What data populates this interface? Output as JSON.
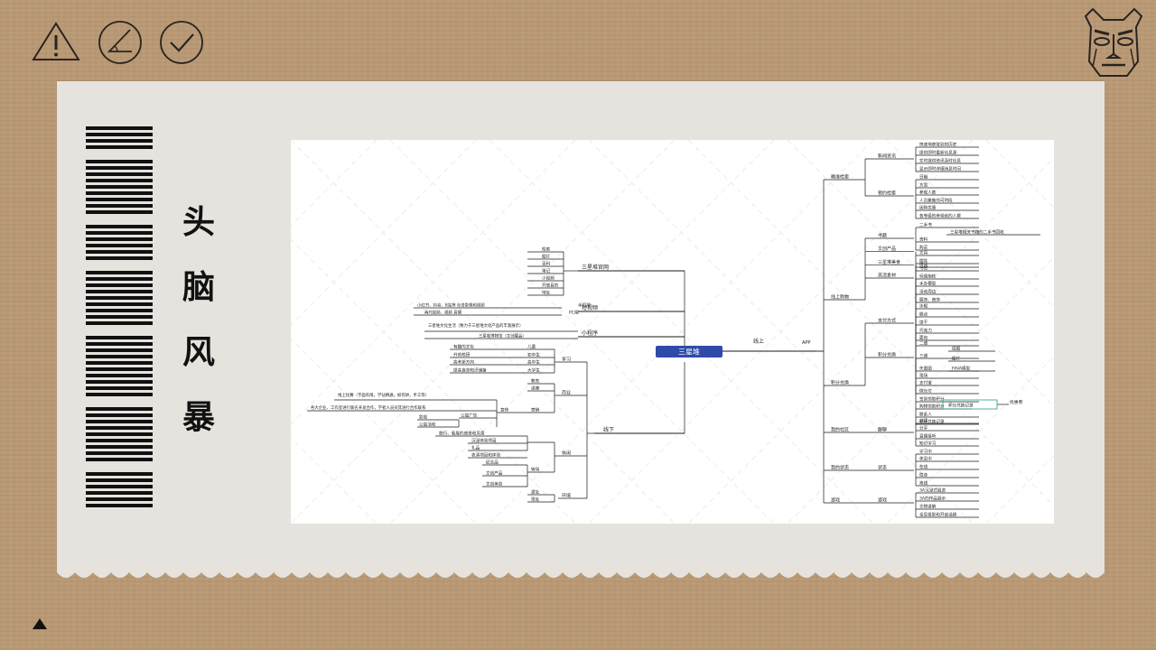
{
  "title": {
    "chars": [
      "头",
      "脑",
      "风",
      "暴"
    ]
  },
  "toolbar": {
    "icons": [
      "warning-triangle-icon",
      "angle-icon",
      "checkmark-icon"
    ]
  },
  "logo": "bronze-mask-icon",
  "colors": {
    "background": "#bb9a75",
    "paper": "#e6e3de",
    "root_fill": "#2f4aa8",
    "line": "#1a1a1a"
  },
  "mindmap": {
    "root": "三星堆",
    "online_label": "线上",
    "offline_label": "线下",
    "app_label": "APP",
    "left_branches": [
      {
        "label": "三星堆官网",
        "leaves": [
          "检索",
          "图片",
          "百科",
          "笔记",
          "小视频",
          "开放目的",
          "地址"
        ]
      },
      {
        "label": "短视频",
        "leaves": [
          "小红书、抖音、B站等 包含影像和视频",
          "两代视频、视频 直播",
          "PC端",
          "手机端"
        ]
      },
      {
        "label": "小程序",
        "leaves": [
          "三星堆文化生活（致力于三星堆文化产品的丰富展示）",
          "三星堆博物馆（文创藏品）"
        ]
      }
    ],
    "offline_branches": [
      {
        "label": "学习",
        "leaves": [
          "有趣的文化",
          "儿童",
          "升的校研",
          "初中生",
          "高考新方向",
          "高中生",
          "提高自身知识储备",
          "大学生"
        ]
      },
      {
        "label": "商业",
        "leaves": [
          "教育",
          "讲座",
          "线上比赛（字面有限，学钻精通，如何讲，手工等）",
          "各大企业、工作室进行联名开发合作，学者人员对其进行合作联系",
          "宣传",
          "营销",
          "影视",
          "公益广告",
          "公益活动"
        ]
      },
      {
        "label": "休闲",
        "leaves": [
          "旅行、看展的感受和风景",
          "沉浸体验项目",
          "礼品",
          "表演项目和体验",
          "纪念品",
          "转场",
          "文创产品",
          "文创美食"
        ]
      },
      {
        "label": "环境",
        "leaves": [
          "遗址",
          "现址"
        ]
      }
    ],
    "right_branches": [
      {
        "label": "精准检索",
        "groups": [
          {
            "label": "新闻资讯",
            "leaves": [
              "快速地获取到的历史",
              "提供即时最新信息源",
              "实时提供资讯及时信息",
              "显示即时详细消息时间"
            ]
          },
          {
            "label": "预约检索",
            "leaves": [
              "日期",
              "方案",
              "参观人数",
              "人员聚集的可时段",
              "团购优惠",
              "各等级的参观前的人数"
            ]
          }
        ]
      },
      {
        "label": "线上购物",
        "groups": [
          {
            "label": "书籍",
            "leaves": [
              "二手书",
              "三星堆相关书籍的二手书回收",
              "资料",
              "购买",
              "借阅"
            ]
          },
          {
            "label": "文创产品",
            "leaves": [
              "文具",
              "摆件",
              "书签",
              "玩偶抱枕",
              "手办模型",
              "活动周边",
              "服饰、首饰"
            ]
          },
          {
            "label": "三星堆美食",
            "leaves": [
              "冰棍",
              "糕点",
              "饼干",
              "巧克力",
              "面包"
            ]
          },
          {
            "label": "高清素材",
            "leaves": [
              "二维",
              "三维",
              "矢量图",
              "插图",
              "图片",
              "FAVA模型"
            ]
          }
        ]
      },
      {
        "label": "积分兑换",
        "groups": [
          {
            "label": "支付方式",
            "leaves": [
              "现场",
              "支付宝",
              "微信付"
            ]
          },
          {
            "label": "积分兑换",
            "leaves": [
              "签到领取积分",
              "购物领取积分",
              "联系人",
              "积分兑换记录"
            ]
          }
        ]
      },
      {
        "label": "我的社区",
        "groups": [
          {
            "label": "群聊",
            "leaves": [
              "创建",
              "分享",
              "直播接听",
              "知识学习"
            ]
          }
        ]
      },
      {
        "label": "我的状态",
        "groups": [
          {
            "label": "状态",
            "leaves": [
              "学习中",
              "休息中",
              "在线",
              "隐身",
              "离线"
            ]
          }
        ]
      },
      {
        "label": "游戏",
        "groups": [
          {
            "label": "游戏",
            "leaves": [
              "3A沉浸式展览",
              "3A的作品展示",
              "文物讲解",
              "全息投影和开启话剧"
            ]
          }
        ]
      }
    ],
    "callout": "优惠券"
  }
}
